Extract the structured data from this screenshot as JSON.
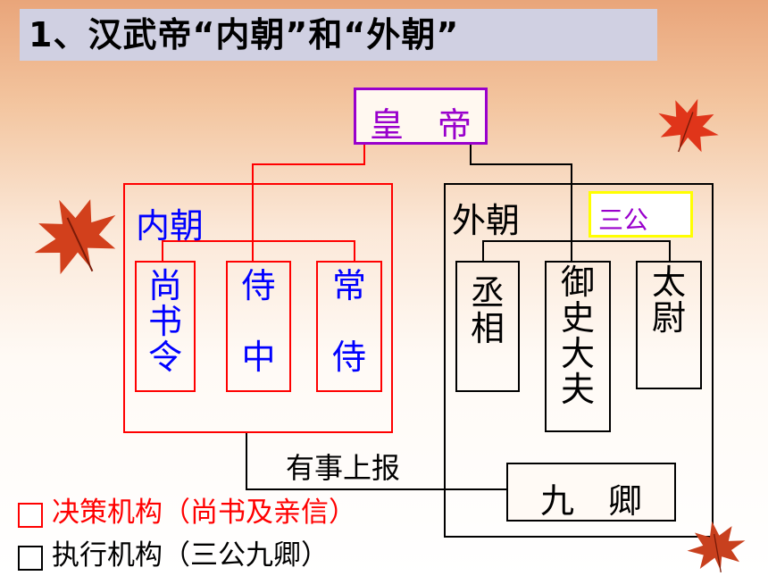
{
  "title": "1、汉武帝“内朝”和“外朝”",
  "diagram": {
    "emperor": "皇　帝",
    "inner_court": {
      "label": "内朝",
      "offices": [
        {
          "chars": [
            "尚",
            "书",
            "令"
          ]
        },
        {
          "chars": [
            "侍",
            "",
            "中"
          ]
        },
        {
          "chars": [
            "常",
            "",
            "侍"
          ]
        }
      ]
    },
    "outer_court": {
      "label": "外朝",
      "three_dukes_label": "三公",
      "offices": [
        {
          "chars": [
            "丞",
            "相"
          ]
        },
        {
          "chars": [
            "御",
            "史",
            "大",
            "夫"
          ]
        },
        {
          "chars": [
            "太",
            "尉"
          ]
        }
      ],
      "nine_ministers": "九　卿"
    },
    "report_label": "有事上报"
  },
  "legend": [
    {
      "text": "决策机构（尚书及亲信）",
      "color": "#ff0000"
    },
    {
      "text": "执行机构（三公九卿）",
      "color": "#000000"
    }
  ],
  "colors": {
    "emperor_border": "#9900cc",
    "emperor_text": "#9900cc",
    "inner_border": "#ff0000",
    "inner_text": "#0000ff",
    "outer_border": "#000000",
    "three_dukes_border": "#ffff00",
    "three_dukes_text": "#9900cc"
  }
}
